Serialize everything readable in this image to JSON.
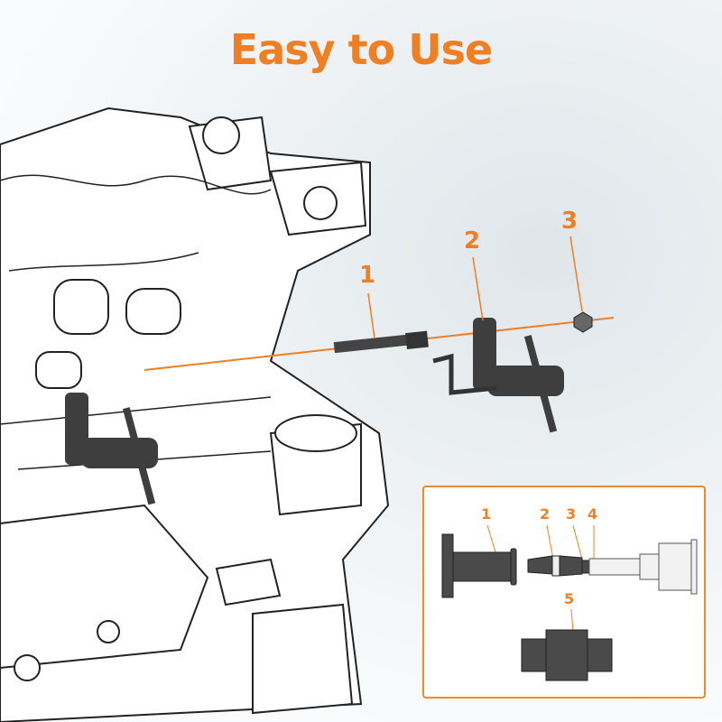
{
  "title": "Easy to Use",
  "colors": {
    "accent": "#ef7f22",
    "part": "#4a4a4a"
  },
  "main_callouts": [
    "1",
    "2",
    "3"
  ],
  "inset_callouts": [
    "1",
    "2",
    "3",
    "4",
    "5"
  ]
}
